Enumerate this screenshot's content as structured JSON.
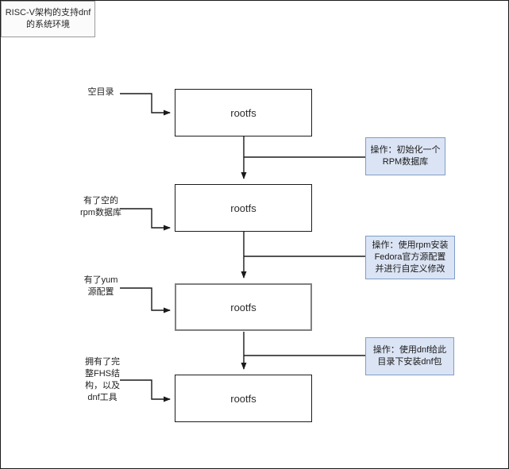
{
  "diagram": {
    "title_box": {
      "text": "RISC-V架构的支持dnf的系统环境"
    },
    "nodes": [
      {
        "label": "rootfs"
      },
      {
        "label": "rootfs"
      },
      {
        "label": "rootfs"
      },
      {
        "label": "rootfs"
      }
    ],
    "state_labels": [
      {
        "text": "空目录"
      },
      {
        "text": "有了空的\nrpm数据库"
      },
      {
        "text": "有了yum\n源配置"
      },
      {
        "text": "拥有了完\n整FHS结\n构，以及\ndnf工具"
      }
    ],
    "notes": [
      {
        "text": "操作：初始化一个\nRPM数据库"
      },
      {
        "text": "操作：使用rpm安装\nFedora官方源配置\n并进行自定义修改"
      },
      {
        "text": "操作：使用dnf给此\n目录下安装dnf包"
      }
    ],
    "colors": {
      "note_fill": "#dbe4f4",
      "note_border": "#7f9dc6",
      "node_border": "#1c1c1c",
      "node_border_gray": "#808080",
      "title_fill": "#fbfbfb",
      "title_border": "#9a9a9a",
      "connector": "#1a1a1a",
      "canvas_border": "#1a1a1a",
      "background": "#ffffff"
    }
  }
}
